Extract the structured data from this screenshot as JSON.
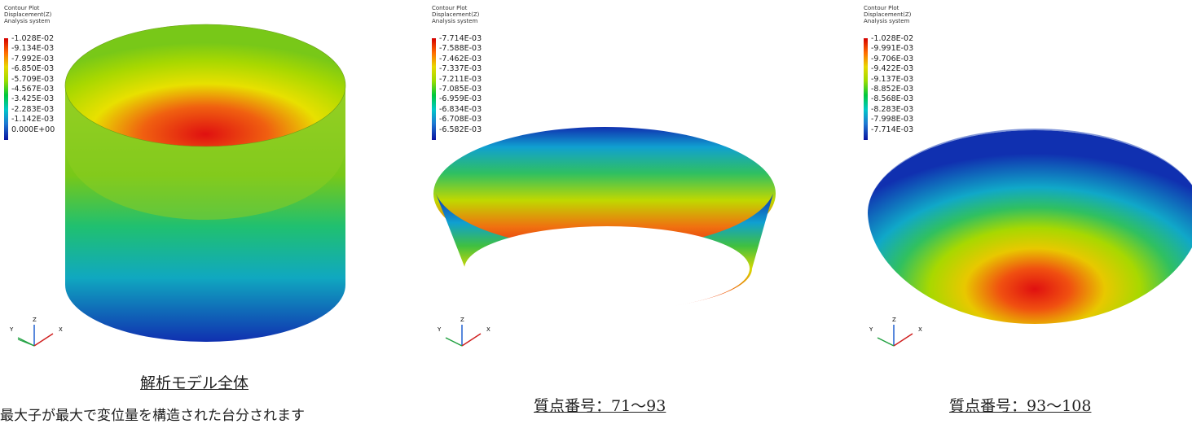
{
  "panels": [
    {
      "header": [
        "Contour Plot",
        "Displacement(Z)",
        "Analysis system"
      ],
      "legend": [
        "-1.028E-02",
        "-9.134E-03",
        "-7.992E-03",
        "-6.850E-03",
        "-5.709E-03",
        "-4.567E-03",
        "-3.425E-03",
        "-2.283E-03",
        "-1.142E-03",
        "0.000E+00"
      ],
      "caption": "解析モデル全体"
    },
    {
      "header": [
        "Contour Plot",
        "Displacement(Z)",
        "Analysis system"
      ],
      "legend": [
        "-7.714E-03",
        "-7.588E-03",
        "-7.462E-03",
        "-7.337E-03",
        "-7.211E-03",
        "-7.085E-03",
        "-6.959E-03",
        "-6.834E-03",
        "-6.708E-03",
        "-6.582E-03"
      ],
      "caption": "質点番号：71～93"
    },
    {
      "header": [
        "Contour Plot",
        "Displacement(Z)",
        "Analysis system"
      ],
      "legend": [
        "-1.028E-02",
        "-9.991E-03",
        "-9.706E-03",
        "-9.422E-03",
        "-9.137E-03",
        "-8.852E-03",
        "-8.568E-03",
        "-8.283E-03",
        "-7.998E-03",
        "-7.714E-03"
      ],
      "caption": "質点番号：93～108"
    }
  ],
  "axes": {
    "x": "X",
    "y": "Y",
    "z": "Z"
  },
  "footer_text": "最大子が最大で変位量を構造された台分されます",
  "colors": {
    "red": "#e01010",
    "yellow": "#e8e000",
    "green": "#40c020",
    "cyan": "#10c0c0",
    "blue": "#1030b0"
  }
}
